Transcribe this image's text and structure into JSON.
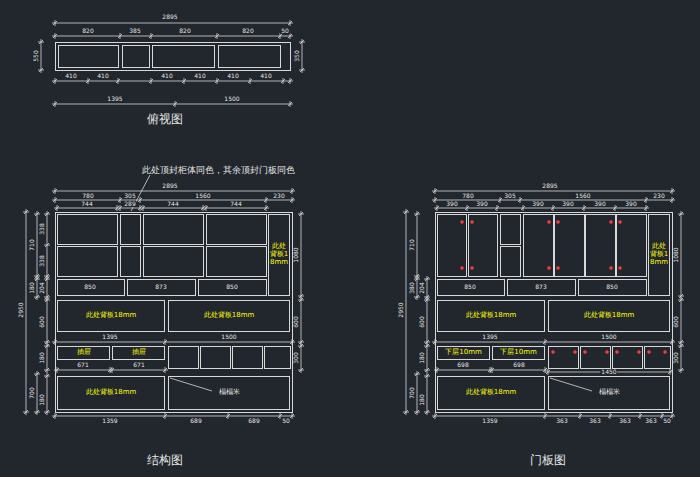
{
  "diagram": {
    "nodes": [
      {
        "text": [
          "此处背板18mm"
        ]
      },
      {
        "text": [
          "此处背板18mm"
        ]
      },
      {
        "text": [
          "此处背板18mm"
        ]
      },
      {
        "text": [
          "抽屉"
        ]
      },
      {
        "text": [
          "抽屉"
        ]
      },
      {
        "text": [
          "此处背板18mm"
        ]
      },
      {
        "text": [
          "榻榻米"
        ]
      },
      {
        "text": [
          "此处背板18mm"
        ]
      },
      {
        "text": [
          "此处背板18mm"
        ]
      },
      {
        "text": [
          "此处背板18mm"
        ]
      },
      {
        "text": [
          "下层10mm"
        ]
      },
      {
        "text": [
          "下层10mm"
        ]
      },
      {
        "text": [
          "此处背板18mm"
        ]
      },
      {
        "text": [
          "榻榻米"
        ]
      }
    ],
    "labels": [
      "2895",
      "820",
      "385",
      "820",
      "820",
      "50",
      "410",
      "410",
      "410",
      "410",
      "410",
      "410",
      "1395",
      "1500",
      "550",
      "350",
      "俯视图",
      "此处顶封柜体同色，其余顶封门板同色",
      "2895",
      "780",
      "305",
      "1560",
      "230",
      "744",
      "289",
      "744",
      "744",
      "850",
      "873",
      "850",
      "1395",
      "1500",
      "671",
      "671",
      "1359",
      "689",
      "689",
      "50",
      "2950",
      "710",
      "338",
      "338",
      "180",
      "204",
      "600",
      "180",
      "700",
      "180",
      "1080",
      "600",
      "300",
      "结构图",
      "2895",
      "780",
      "305",
      "1560",
      "230",
      "390",
      "390",
      "390",
      "390",
      "390",
      "390",
      "850",
      "873",
      "850",
      "1395",
      "1500",
      "698",
      "698",
      "1450",
      "1359",
      "363",
      "363",
      "363",
      "363",
      "50",
      "2950",
      "710",
      "380",
      "204",
      "600",
      "180",
      "700",
      "180",
      "1080",
      "600",
      "300",
      "门板图"
    ]
  }
}
